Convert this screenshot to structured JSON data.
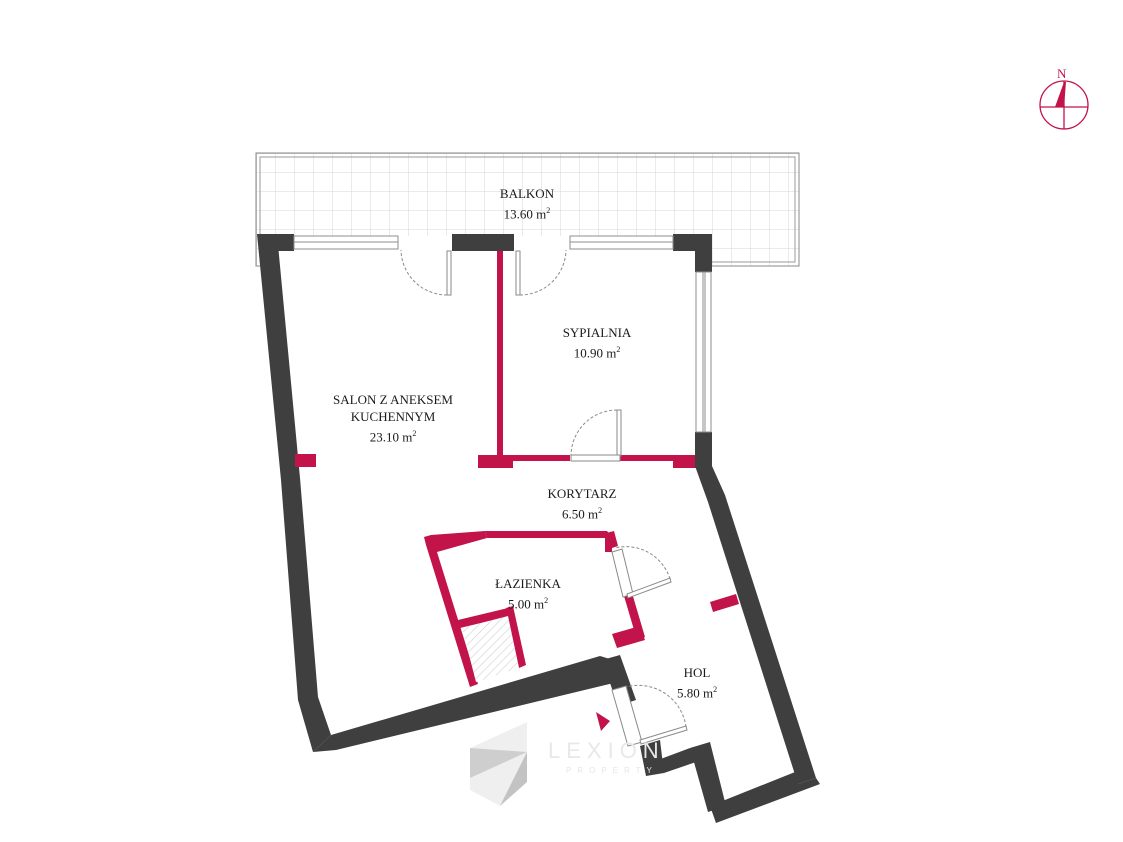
{
  "compass": {
    "north_label": "N",
    "icon": "north-arrow-icon",
    "color": "#c2134a"
  },
  "colors": {
    "exterior_wall": "#3f3f3f",
    "interior_wall": "#c2134a",
    "grid": "#d9d9d9",
    "text": "#1a1a1a"
  },
  "rooms": [
    {
      "id": "balkon",
      "name": "BALKON",
      "area": "13.60 m",
      "unit_sup": "2"
    },
    {
      "id": "salon",
      "name_line1": "SALON Z ANEKSEM",
      "name_line2": "KUCHENNYM",
      "area": "23.10 m",
      "unit_sup": "2"
    },
    {
      "id": "sypialnia",
      "name": "SYPIALNIA",
      "area": "10.90 m",
      "unit_sup": "2"
    },
    {
      "id": "korytarz",
      "name": "KORYTARZ",
      "area": "6.50 m",
      "unit_sup": "2"
    },
    {
      "id": "lazienka",
      "name": "ŁAZIENKA",
      "area": "5.00 m",
      "unit_sup": "2"
    },
    {
      "id": "hol",
      "name": "HOL",
      "area": "5.80 m",
      "unit_sup": "2"
    }
  ],
  "entrance_marker": {
    "icon": "entrance-arrow-icon"
  },
  "watermark": {
    "brand": "LEXION",
    "sub": "PROPERTY"
  }
}
